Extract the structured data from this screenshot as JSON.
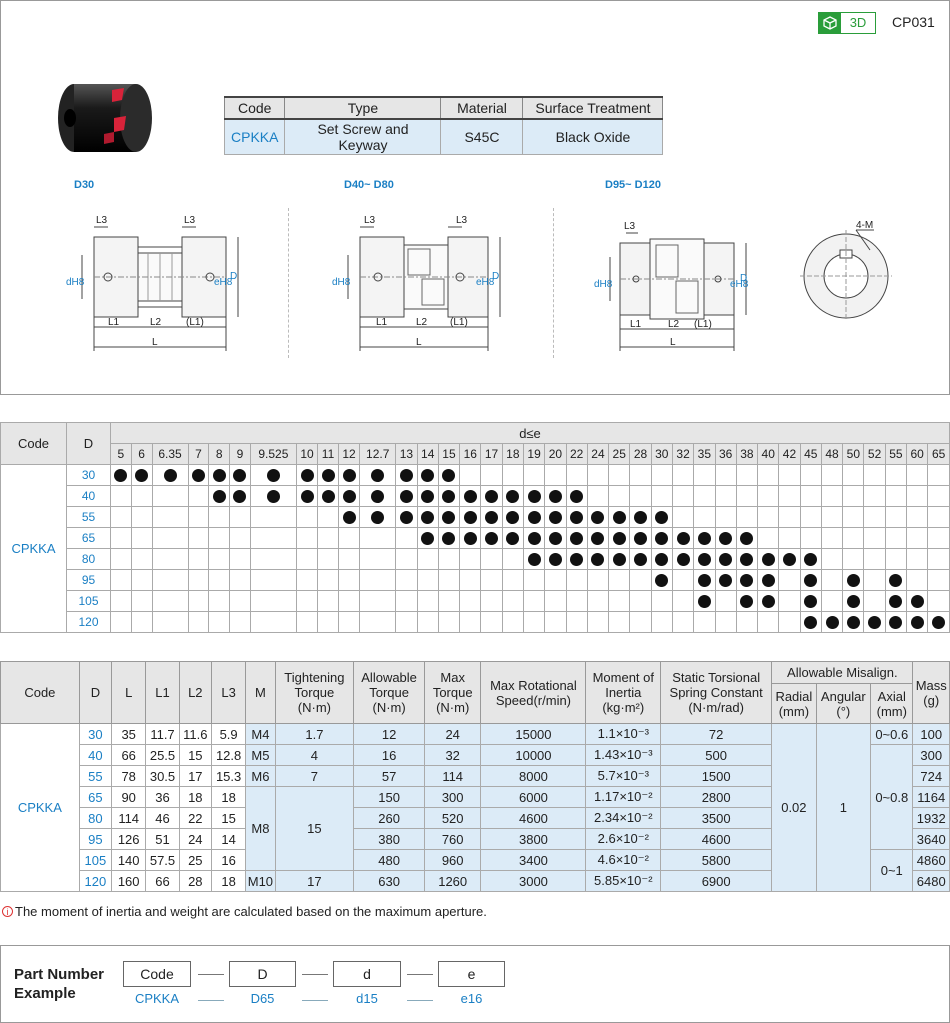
{
  "header": {
    "badge_3d": "3D",
    "catalog_code": "CP031"
  },
  "spec": {
    "headers": [
      "Code",
      "Type",
      "Material",
      "Surface Treatment"
    ],
    "row": [
      "CPKKA",
      "Set Screw and Keyway",
      "S45C",
      "Black Oxide"
    ]
  },
  "diagrams": {
    "d30": {
      "title": "D30"
    },
    "d40": {
      "title": "D40~ D80"
    },
    "d95": {
      "title": "D95~ D120"
    },
    "labels": {
      "L3": "L3",
      "L1": "L1",
      "L2": "L2",
      "L1p": "(L1)",
      "L": "L",
      "dh8": "dH8",
      "eh8": "eH8",
      "D": "D",
      "fourM": "4-M"
    }
  },
  "d_table": {
    "code_header": "Code",
    "d_header": "D",
    "range_header": "d≤e",
    "code": "CPKKA",
    "sizes": [
      "5",
      "6",
      "6.35",
      "7",
      "8",
      "9",
      "9.525",
      "10",
      "11",
      "12",
      "12.7",
      "13",
      "14",
      "15",
      "16",
      "17",
      "18",
      "19",
      "20",
      "22",
      "24",
      "25",
      "28",
      "30",
      "32",
      "35",
      "36",
      "38",
      "40",
      "42",
      "45",
      "48",
      "50",
      "52",
      "55",
      "60",
      "65"
    ],
    "rows": [
      {
        "D": "30",
        "avail": [
          "5",
          "6",
          "6.35",
          "7",
          "8",
          "9",
          "9.525",
          "10",
          "11",
          "12",
          "12.7",
          "13",
          "14",
          "15"
        ]
      },
      {
        "D": "40",
        "avail": [
          "8",
          "9",
          "9.525",
          "10",
          "11",
          "12",
          "12.7",
          "13",
          "14",
          "15",
          "16",
          "17",
          "18",
          "19",
          "20",
          "22"
        ]
      },
      {
        "D": "55",
        "avail": [
          "12",
          "12.7",
          "13",
          "14",
          "15",
          "16",
          "17",
          "18",
          "19",
          "20",
          "22",
          "24",
          "25",
          "28",
          "30"
        ]
      },
      {
        "D": "65",
        "avail": [
          "14",
          "15",
          "16",
          "17",
          "18",
          "19",
          "20",
          "22",
          "24",
          "25",
          "28",
          "30",
          "32",
          "35",
          "36",
          "38"
        ]
      },
      {
        "D": "80",
        "avail": [
          "19",
          "20",
          "22",
          "24",
          "25",
          "28",
          "30",
          "32",
          "35",
          "36",
          "38",
          "40",
          "42",
          "45"
        ]
      },
      {
        "D": "95",
        "avail": [
          "30",
          "35",
          "36",
          "38",
          "40",
          "45",
          "50",
          "55"
        ]
      },
      {
        "D": "105",
        "avail": [
          "35",
          "38",
          "40",
          "45",
          "50",
          "55",
          "60"
        ]
      },
      {
        "D": "120",
        "avail": [
          "45",
          "48",
          "50",
          "52",
          "55",
          "60",
          "65"
        ]
      }
    ]
  },
  "main_table": {
    "headers": {
      "code": "Code",
      "D": "D",
      "L": "L",
      "L1": "L1",
      "L2": "L2",
      "L3": "L3",
      "M": "M",
      "tightening": "Tightening Torque",
      "tightening_unit": "(N·m)",
      "allowable": "Allowable Torque",
      "allowable_unit": "(N·m)",
      "max_torque": "Max Torque",
      "max_torque_unit": "(N·m)",
      "max_speed": "Max Rotational Speed(r/min)",
      "moment": "Moment of Inertia",
      "moment_unit": "(kg·m²)",
      "static": "Static Torsional Spring Constant",
      "static_unit": "(N·m/rad)",
      "misalign": "Allowable Misalign.",
      "radial": "Radial (mm)",
      "angular": "Angular (°)",
      "axial": "Axial (mm)",
      "mass": "Mass (g)"
    },
    "code": "CPKKA",
    "rows": [
      {
        "D": "30",
        "L": "35",
        "L1": "11.7",
        "L2": "11.6",
        "L3": "5.9",
        "M": "M4",
        "tt": "1.7",
        "at": "12",
        "mt": "24",
        "ms": "15000",
        "mi": "1.1×10⁻³",
        "sc": "72",
        "mass": "100"
      },
      {
        "D": "40",
        "L": "66",
        "L1": "25.5",
        "L2": "15",
        "L3": "12.8",
        "M": "M5",
        "tt": "4",
        "at": "16",
        "mt": "32",
        "ms": "10000",
        "mi": "1.43×10⁻³",
        "sc": "500",
        "mass": "300"
      },
      {
        "D": "55",
        "L": "78",
        "L1": "30.5",
        "L2": "17",
        "L3": "15.3",
        "M": "M6",
        "tt": "7",
        "at": "57",
        "mt": "114",
        "ms": "8000",
        "mi": "5.7×10⁻³",
        "sc": "1500",
        "mass": "724"
      },
      {
        "D": "65",
        "L": "90",
        "L1": "36",
        "L2": "18",
        "L3": "18",
        "at": "150",
        "mt": "300",
        "ms": "6000",
        "mi": "1.17×10⁻²",
        "sc": "2800",
        "mass": "1164"
      },
      {
        "D": "80",
        "L": "114",
        "L1": "46",
        "L2": "22",
        "L3": "15",
        "at": "260",
        "mt": "520",
        "ms": "4600",
        "mi": "2.34×10⁻²",
        "sc": "3500",
        "mass": "1932"
      },
      {
        "D": "95",
        "L": "126",
        "L1": "51",
        "L2": "24",
        "L3": "14",
        "at": "380",
        "mt": "760",
        "ms": "3800",
        "mi": "2.6×10⁻²",
        "sc": "4600",
        "mass": "3640"
      },
      {
        "D": "105",
        "L": "140",
        "L1": "57.5",
        "L2": "25",
        "L3": "16",
        "at": "480",
        "mt": "960",
        "ms": "3400",
        "mi": "4.6×10⁻²",
        "sc": "5800",
        "mass": "4860"
      },
      {
        "D": "120",
        "L": "160",
        "L1": "66",
        "L2": "28",
        "L3": "18",
        "M": "M10",
        "tt": "17",
        "at": "630",
        "mt": "1260",
        "ms": "3000",
        "mi": "5.85×10⁻²",
        "sc": "6900",
        "mass": "6480"
      }
    ],
    "merged": {
      "M_mid": "M8",
      "tt_mid": "15",
      "radial": "0.02",
      "angular": "1",
      "axial_1": "0~0.6",
      "axial_2": "0~0.8",
      "axial_3": "0~1"
    }
  },
  "note": "The moment of inertia and weight are calculated based on the maximum aperture.",
  "part_number": {
    "title_line1": "Part Number",
    "title_line2": "Example",
    "boxes": [
      "Code",
      "D",
      "d",
      "e"
    ],
    "values": [
      "CPKKA",
      "D65",
      "d15",
      "e16"
    ]
  }
}
